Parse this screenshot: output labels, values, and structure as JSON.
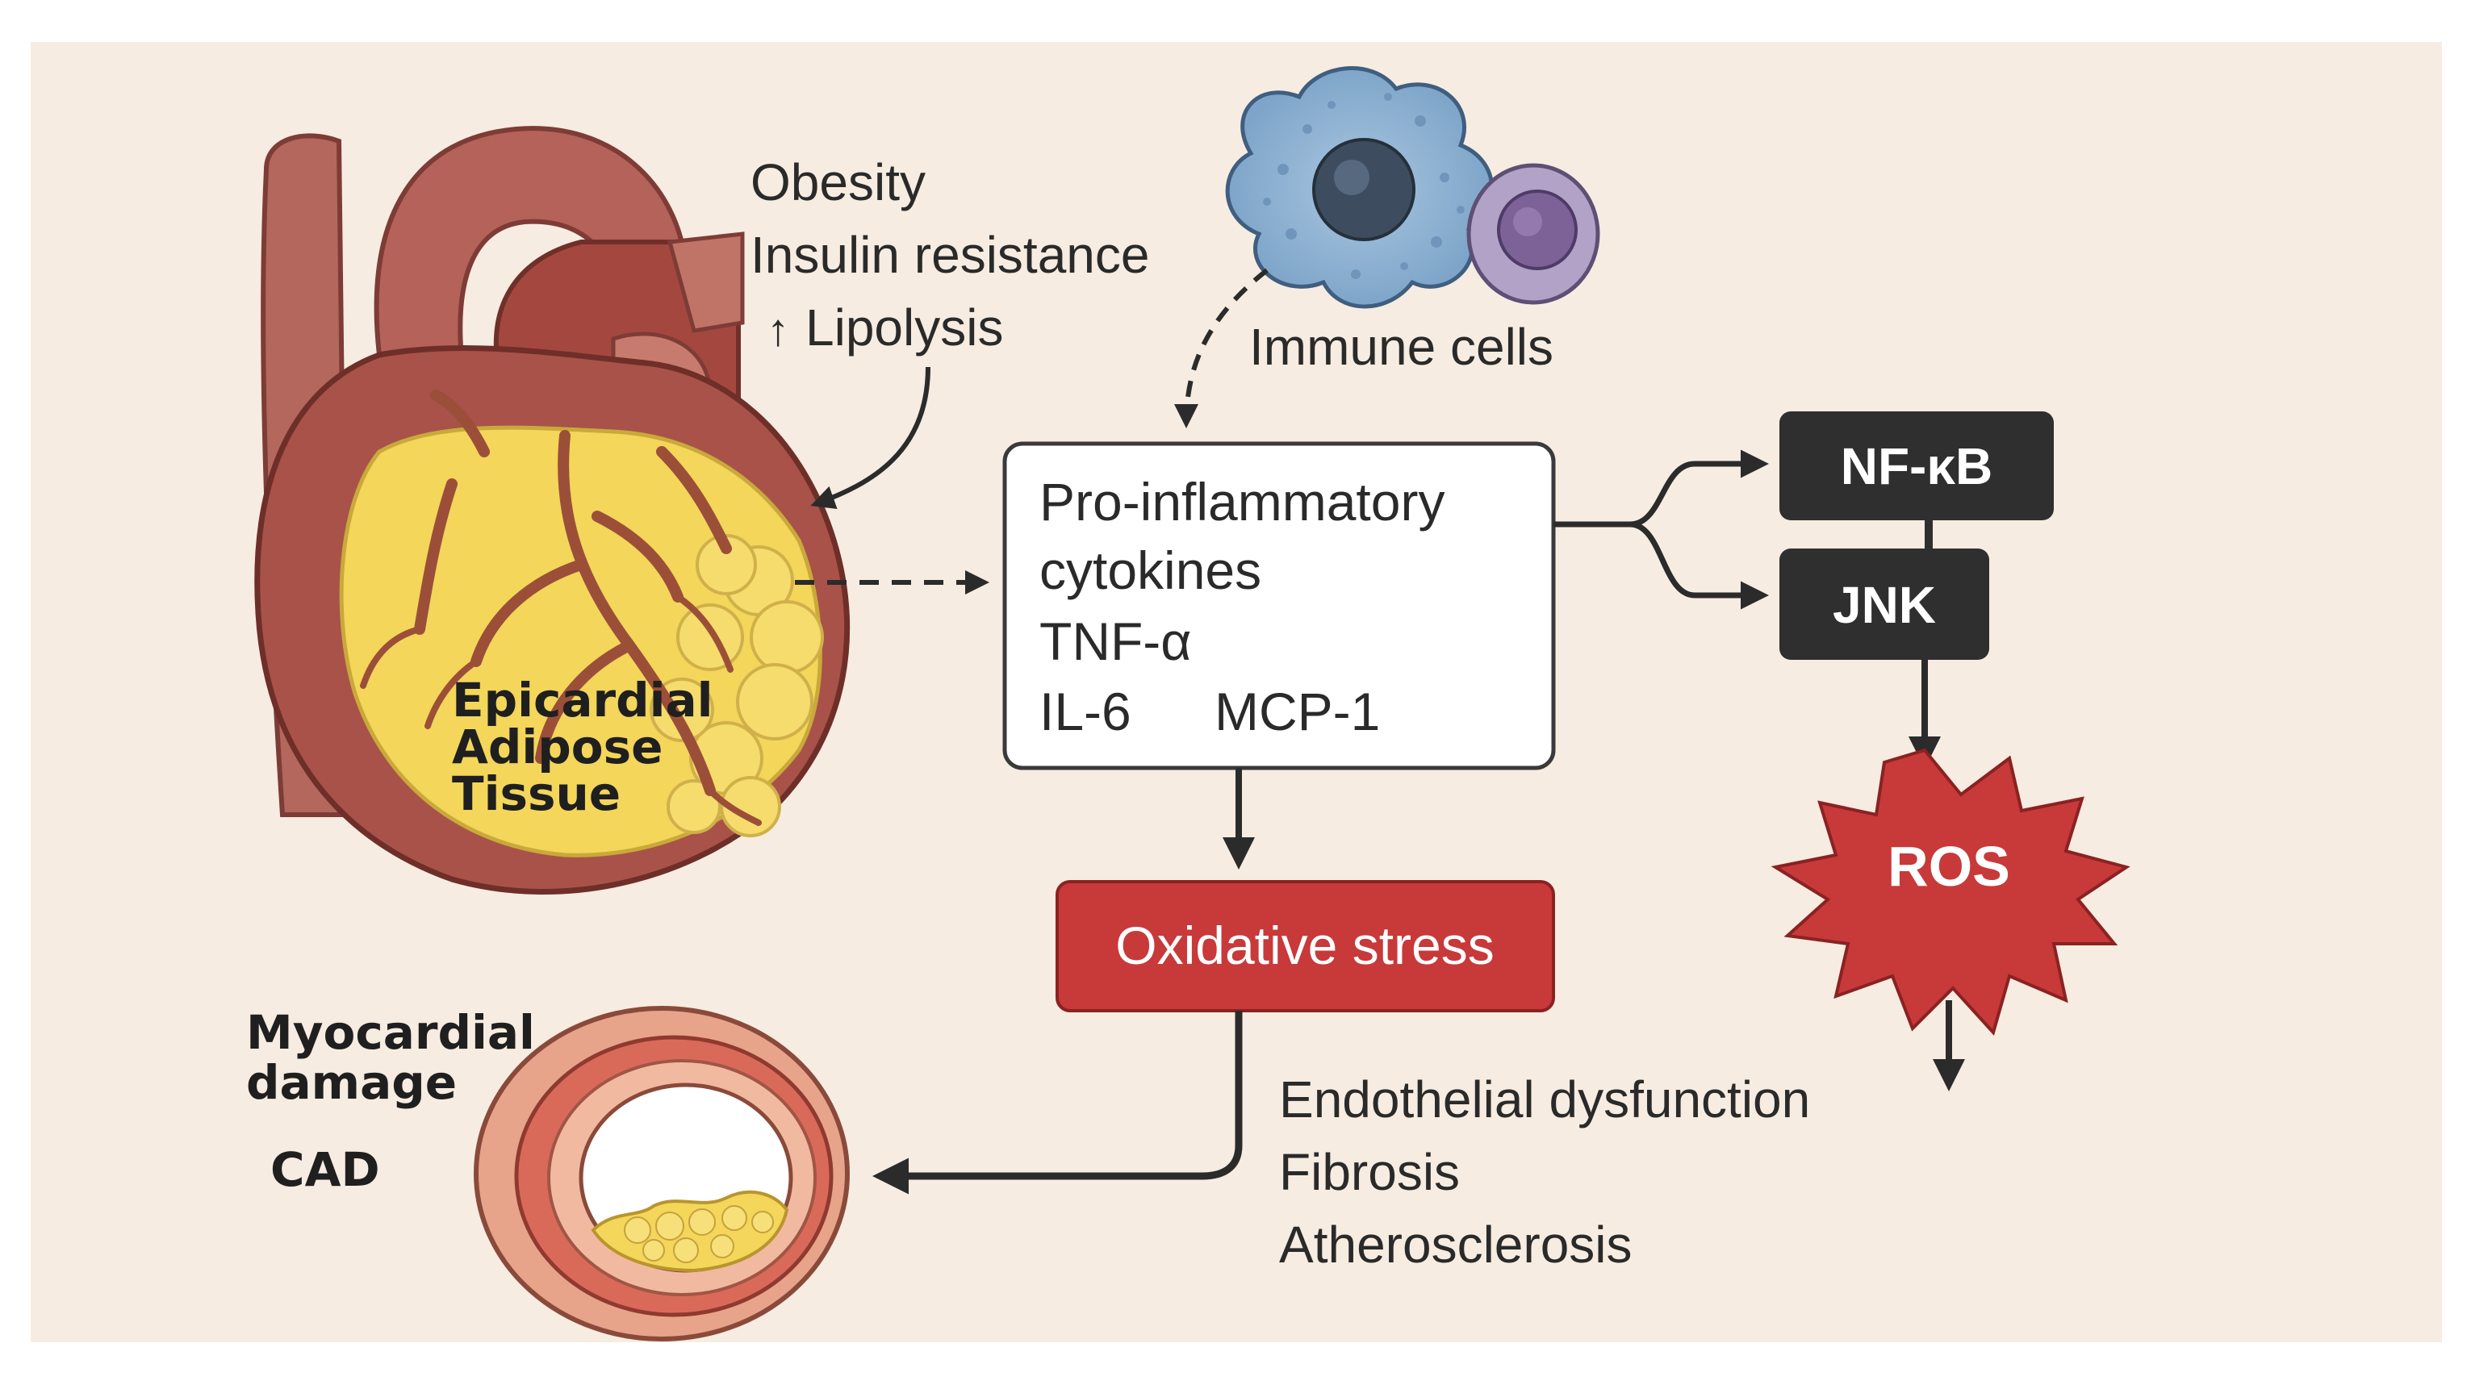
{
  "risk_factors": [
    "Obesity",
    "Insulin resistance",
    "Lipolysis"
  ],
  "lipolysis_arrow": "↑",
  "immune_cells_label": "Immune cells",
  "adipose_label": [
    "Epicardial",
    "Adipose",
    "Tissue"
  ],
  "cytokine_box": [
    "Pro-inflammatory",
    "cytokines",
    "TNF-α",
    "IL-6",
    "MCP-1"
  ],
  "nfkb_label": "NF-κB",
  "jnk_label": "JNK",
  "ros_label": "ROS",
  "oxidative_stress_label": "Oxidative stress",
  "outcomes": [
    "Endothelial dysfunction",
    "Fibrosis",
    "Atherosclerosis"
  ],
  "myocardial_label": [
    "Myocardial",
    "damage"
  ],
  "cad_label": "CAD",
  "colors": {
    "background": "#f7ece1",
    "box_red": "#c8393a",
    "box_dark": "#2f2f2f",
    "fat_yellow": "#f3d65a",
    "heart_red": "#a8524a"
  }
}
